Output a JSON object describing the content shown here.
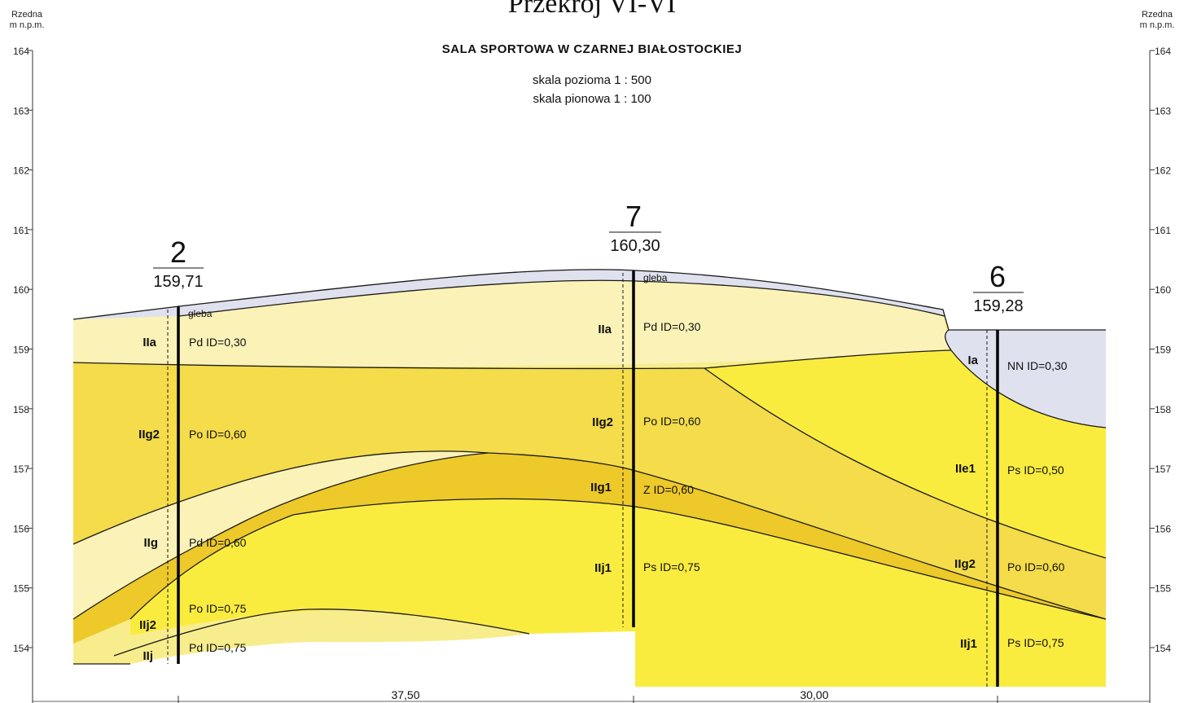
{
  "header": {
    "title": "Przekrój VI-VI",
    "subtitle": "SALA SPORTOWA W CZARNEJ BIAŁOSTOCKIEJ",
    "scale_horizontal": "skala pozioma 1 : 500",
    "scale_vertical": "skala pionowa 1 : 100"
  },
  "axis": {
    "caption_line1": "Rzedna",
    "caption_line2": "m n.p.m.",
    "ticks": [
      "164",
      "163",
      "162",
      "161",
      "160",
      "159",
      "158",
      "157",
      "156",
      "155",
      "154"
    ]
  },
  "boreholes": [
    {
      "number": "2",
      "elevation": "159,71"
    },
    {
      "number": "7",
      "elevation": "160,30"
    },
    {
      "number": "6",
      "elevation": "159,28"
    }
  ],
  "distances": [
    "37,50",
    "30,00"
  ],
  "layer_codes": {
    "b2": [
      "IIa",
      "IIg2",
      "IIg",
      "IIj2",
      "IIj"
    ],
    "b7": [
      "IIa",
      "IIg2",
      "IIg1",
      "IIj1"
    ],
    "b6": [
      "Ia",
      "IIe1",
      "IIg2",
      "IIj1"
    ]
  },
  "soil_labels": {
    "b2": [
      "gleba",
      "Pd  ID=0,30",
      "Po  ID=0,60",
      "Pd  ID=0,60",
      "Po  ID=0,75",
      "Pd  ID=0,75"
    ],
    "b7": [
      "gleba",
      "Pd  ID=0,30",
      "Po  ID=0,60",
      "Z  ID=0,60",
      "Ps  ID=0,75"
    ],
    "b6": [
      "NN  ID=0,30",
      "Ps  ID=0,50",
      "Po  ID=0,60",
      "Ps  ID=0,75"
    ]
  },
  "colors": {
    "fill_made_ground": "#dfe1ee",
    "fill_light_cream": "#fbf2b8",
    "fill_medium_yellow": "#f4dc4a",
    "fill_dark_yellow": "#edc929",
    "fill_bright_yellow": "#faec3f",
    "fill_pale_yellow": "#f8ed8d",
    "line_color": "#1a1a1a"
  }
}
